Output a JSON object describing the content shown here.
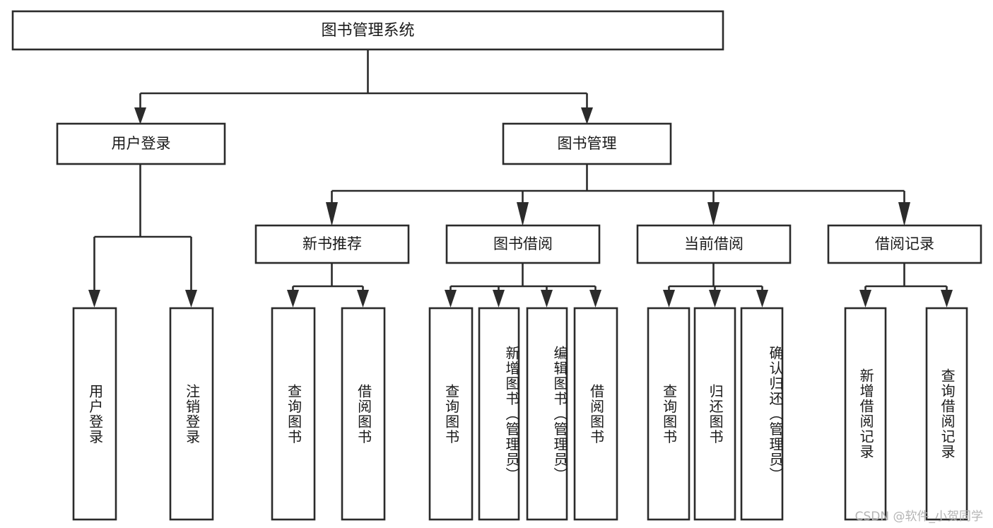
{
  "diagram": {
    "type": "tree",
    "title": "图书管理系统",
    "watermark": "CSDN @软件_小贺同学",
    "colors": {
      "stroke": "#2b2b2b",
      "fill": "#ffffff",
      "text": "#1a1a1a",
      "watermark": "#b4b4b4",
      "background": "#ffffff"
    },
    "root": {
      "label": "图书管理系统",
      "level": 0
    },
    "level1": [
      {
        "label": "用户登录"
      },
      {
        "label": "图书管理"
      }
    ],
    "level2": [
      {
        "label": "新书推荐",
        "parent": "图书管理"
      },
      {
        "label": "图书借阅",
        "parent": "图书管理"
      },
      {
        "label": "当前借阅",
        "parent": "图书管理"
      },
      {
        "label": "借阅记录",
        "parent": "图书管理"
      }
    ],
    "leaves": {
      "用户登录": [
        {
          "label": "用户登录"
        },
        {
          "label": "注销登录"
        }
      ],
      "新书推荐": [
        {
          "label": "查询图书"
        },
        {
          "label": "借阅图书"
        }
      ],
      "图书借阅": [
        {
          "label": "查询图书"
        },
        {
          "label": "新增图书（管理员）"
        },
        {
          "label": "编辑图书（管理员）"
        },
        {
          "label": "借阅图书"
        }
      ],
      "当前借阅": [
        {
          "label": "查询图书"
        },
        {
          "label": "归还图书"
        },
        {
          "label": "确认归还（管理员）"
        }
      ],
      "借阅记录": [
        {
          "label": "新增借阅记录"
        },
        {
          "label": "查询借阅记录"
        }
      ]
    }
  }
}
